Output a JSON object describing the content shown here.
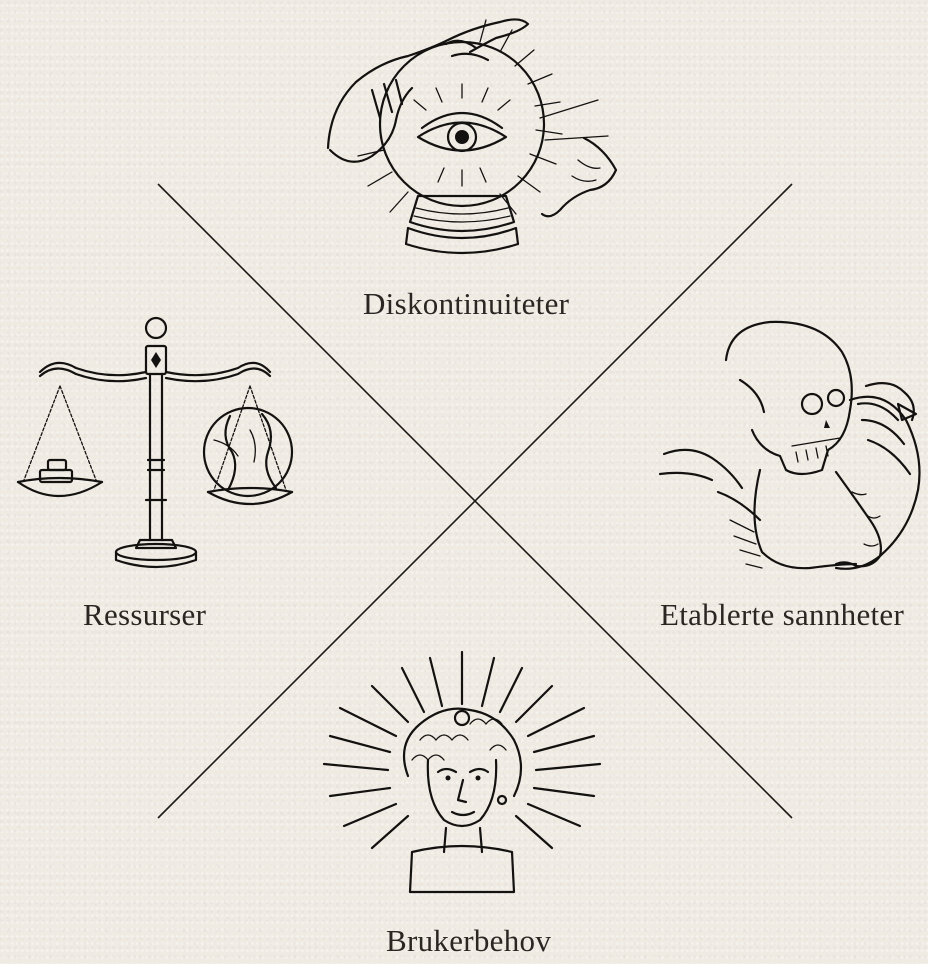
{
  "diagram": {
    "quadrants": {
      "top": {
        "label": "Diskontinuiteter",
        "icon": "crystal-ball-eye-icon"
      },
      "left": {
        "label": "Ressurser",
        "icon": "balance-scale-globe-icon"
      },
      "right": {
        "label": "Etablerte sannheter",
        "icon": "skeleton-embrace-icon"
      },
      "bottom": {
        "label": "Brukerbehov",
        "icon": "radiant-head-bust-icon"
      }
    },
    "colors": {
      "background": "#efebe3",
      "ink": "#141210"
    }
  }
}
